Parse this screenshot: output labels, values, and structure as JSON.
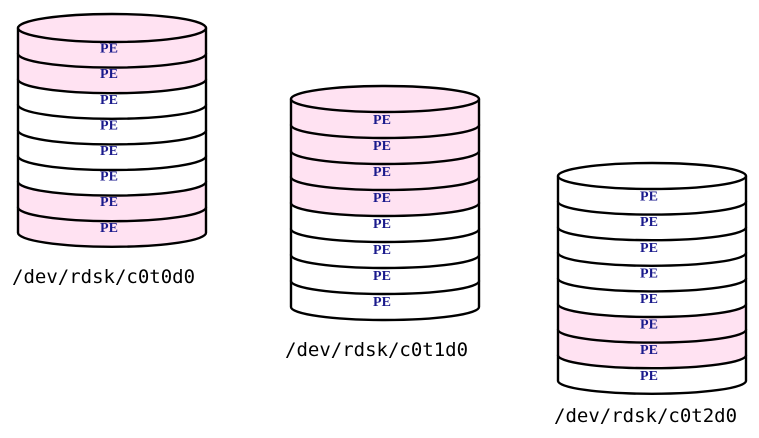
{
  "colors": {
    "allocated": "#ffe2f2",
    "free": "#ffffff",
    "stroke": "#000000",
    "pe_text": "#1a1a8c"
  },
  "disks": [
    {
      "name": "c0t0d0",
      "label": "/dev/rdsk/c0t0d0",
      "extents": [
        {
          "label": "PE",
          "allocated": true
        },
        {
          "label": "PE",
          "allocated": true
        },
        {
          "label": "PE",
          "allocated": false
        },
        {
          "label": "PE",
          "allocated": false
        },
        {
          "label": "PE",
          "allocated": false
        },
        {
          "label": "PE",
          "allocated": false
        },
        {
          "label": "PE",
          "allocated": true
        },
        {
          "label": "PE",
          "allocated": true
        }
      ]
    },
    {
      "name": "c0t1d0",
      "label": "/dev/rdsk/c0t1d0",
      "extents": [
        {
          "label": "PE",
          "allocated": true
        },
        {
          "label": "PE",
          "allocated": true
        },
        {
          "label": "PE",
          "allocated": true
        },
        {
          "label": "PE",
          "allocated": true
        },
        {
          "label": "PE",
          "allocated": false
        },
        {
          "label": "PE",
          "allocated": false
        },
        {
          "label": "PE",
          "allocated": false
        },
        {
          "label": "PE",
          "allocated": false
        }
      ]
    },
    {
      "name": "c0t2d0",
      "label": "/dev/rdsk/c0t2d0",
      "extents": [
        {
          "label": "PE",
          "allocated": false
        },
        {
          "label": "PE",
          "allocated": false
        },
        {
          "label": "PE",
          "allocated": false
        },
        {
          "label": "PE",
          "allocated": false
        },
        {
          "label": "PE",
          "allocated": false
        },
        {
          "label": "PE",
          "allocated": true
        },
        {
          "label": "PE",
          "allocated": true
        },
        {
          "label": "PE",
          "allocated": false
        }
      ]
    }
  ]
}
